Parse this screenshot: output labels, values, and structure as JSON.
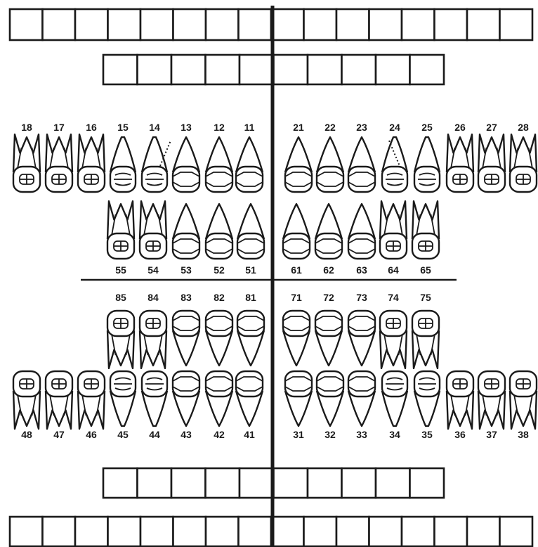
{
  "colors": {
    "ink": "#1a1a1a",
    "paper": "#ffffff"
  },
  "permanent_upper": [
    "18",
    "17",
    "16",
    "15",
    "14",
    "13",
    "12",
    "11",
    "21",
    "22",
    "23",
    "24",
    "25",
    "26",
    "27",
    "28"
  ],
  "primary_upper": [
    "55",
    "54",
    "53",
    "52",
    "51",
    "61",
    "62",
    "63",
    "64",
    "65"
  ],
  "primary_lower": [
    "85",
    "84",
    "83",
    "82",
    "81",
    "71",
    "72",
    "73",
    "74",
    "75"
  ],
  "permanent_lower": [
    "48",
    "47",
    "46",
    "45",
    "44",
    "43",
    "42",
    "41",
    "31",
    "32",
    "33",
    "34",
    "35",
    "36",
    "37",
    "38"
  ],
  "permanent_kinds": [
    "molar",
    "molar",
    "molar",
    "premolar",
    "premolar",
    "canine",
    "incisor",
    "incisor",
    "incisor",
    "incisor",
    "canine",
    "premolar",
    "premolar",
    "molar",
    "molar",
    "molar"
  ],
  "primary_kinds": [
    "molar",
    "molar",
    "canine",
    "incisor",
    "incisor",
    "incisor",
    "incisor",
    "canine",
    "molar",
    "molar"
  ],
  "recording_boxes": {
    "outer_row_count": 16,
    "inner_row_count": 10
  }
}
